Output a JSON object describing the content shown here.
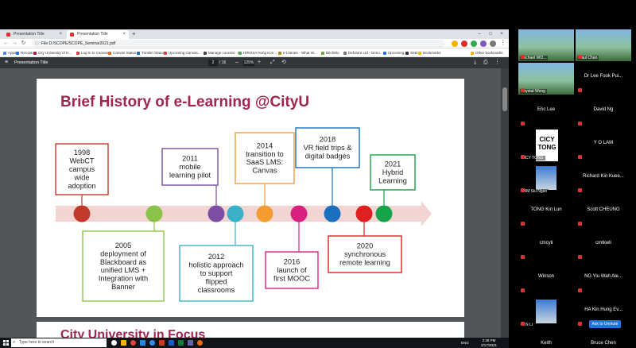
{
  "browser": {
    "tabs": [
      {
        "label": "Presentation Title"
      },
      {
        "label": "Presentation Title"
      }
    ],
    "url": "File  D:/SCOPE/SCOPE_Seminar2021.pdf",
    "bookmarks": [
      {
        "label": "Apps",
        "color": "#4285f4"
      },
      {
        "label": "Recopto",
        "color": "#1a73e8"
      },
      {
        "label": "City University of H...",
        "color": "#a01f3d"
      },
      {
        "label": "Log In to Canvas",
        "color": "#e03a3a"
      },
      {
        "label": "Canvas Status",
        "color": "#e66b00"
      },
      {
        "label": "Turnitin Status",
        "color": "#0b6cb0"
      },
      {
        "label": "Upcoming Canvas...",
        "color": "#e03a3a"
      },
      {
        "label": "Manage courses - F...",
        "color": "#444"
      },
      {
        "label": "HIROSA Hong Kon...",
        "color": "#5a5"
      },
      {
        "label": "e-Literate - What W...",
        "color": "#a80"
      },
      {
        "label": "BechMo",
        "color": "#6a3"
      },
      {
        "label": "Defuture Ltd - Genu...",
        "color": "#777"
      },
      {
        "label": "Upcoming...",
        "color": "#1a73e8"
      },
      {
        "label": "SKB",
        "color": "#333"
      },
      {
        "label": "Bookmarks",
        "color": "#f5b400"
      },
      {
        "label": "Other bookmarks",
        "color": "#f5b400"
      }
    ]
  },
  "pdf": {
    "title": "Presentation Title",
    "page": "2",
    "total": "/ 16",
    "zoom": "125%"
  },
  "slide": {
    "title": "Brief History of e-Learning @CityU",
    "title_color": "#a0264f",
    "next_title": "City University in Focus",
    "events_top": [
      {
        "label": "1998\nWebCT\ncampus\nwide\nadoption",
        "color": "#c0392b"
      },
      {
        "label": "2011\nmobile\nlearning pilot",
        "color": "#7b4ea3"
      },
      {
        "label": "2014\ntransition to\nSaaS LMS:\nCanvas",
        "color": "#f39c32"
      },
      {
        "label": "2018\nVR field trips &\ndigital badges",
        "color": "#1a6fbf"
      },
      {
        "label": "2021\nHybrid\nLearning",
        "color": "#16a34a"
      }
    ],
    "events_bottom": [
      {
        "label": "2005\ndeployment of\nBlackboard as\nunified LMS +\nIntegration with\nBanner",
        "color": "#8bc34a"
      },
      {
        "label": "2012\nholistic approach\nto support\nflipped\nclassrooms",
        "color": "#3cb0c9"
      },
      {
        "label": "2016\nlaunch of\nfirst MOOC",
        "color": "#d6217e"
      },
      {
        "label": "2020\nsynchronous\nremote learning",
        "color": "#e02020"
      }
    ]
  },
  "taskbar": {
    "search_placeholder": "Type here to search",
    "lang": "ENG",
    "time": "2:38 PM",
    "date": "2/17/2021"
  },
  "gallery": {
    "participants": [
      {
        "name": "Michael WO..."
      },
      {
        "name": "Paul Chan"
      },
      {
        "name": "Crystal Wong"
      },
      {
        "name": "Dr Lee Fook Pui..."
      },
      {
        "name": "Eric Lee"
      },
      {
        "name": "David Ng"
      },
      {
        "name": "CICY TONG"
      },
      {
        "name": "Y O LAM"
      },
      {
        "name": "LAM Siu Ngan"
      },
      {
        "name": "Richard Kin Kuee..."
      },
      {
        "name": "TONG Kin Lun"
      },
      {
        "name": "Scott CHEUNG"
      },
      {
        "name": "cmcyli"
      },
      {
        "name": "cmtkwli"
      },
      {
        "name": "Winson"
      },
      {
        "name": "NG Yiu Wah Ale..."
      },
      {
        "name": "C N Li"
      },
      {
        "name": "HA Kin Hung Ev..."
      },
      {
        "name": "Keith"
      },
      {
        "name": "Bruce Chen"
      }
    ],
    "tile_logo": "CICY\nTONG",
    "unmute_label": "Ask to Unmute"
  }
}
